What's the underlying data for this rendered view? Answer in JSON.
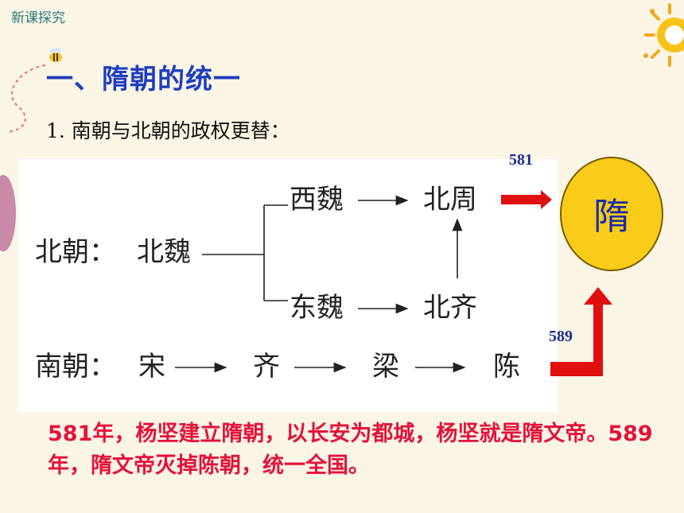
{
  "section_label": "新课探究",
  "heading": "一、隋朝的统一",
  "subheading": "1. 南朝与北朝的政权更替：",
  "diagram": {
    "north_label": "北朝：",
    "south_label": "南朝：",
    "north_nodes": {
      "bei_wei": "北魏",
      "xi_wei": "西魏",
      "dong_wei": "东魏",
      "bei_zhou": "北周",
      "bei_qi": "北齐"
    },
    "south_nodes": [
      "宋",
      "齐",
      "梁",
      "陈"
    ],
    "year_north": "581",
    "year_south": "589",
    "result": "隋",
    "colors": {
      "arrow": "#e01010",
      "circle": "#f8cc18",
      "result_text": "#1b2ba8",
      "year_text": "#1a2f8a"
    }
  },
  "summary": "581年，杨坚建立隋朝，以长安为都城，杨坚就是隋文帝。589年，隋文帝灭掉陈朝，统一全国。",
  "icons": [
    "sun-icon",
    "bee-icon"
  ]
}
